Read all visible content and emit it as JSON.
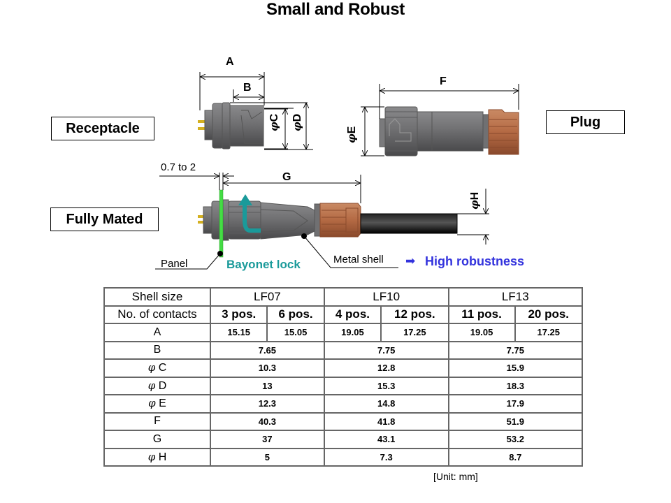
{
  "title": "Small and Robust",
  "labels": {
    "receptacle": "Receptacle",
    "plug": "Plug",
    "fully_mated": "Fully Mated"
  },
  "dimensions": {
    "A": "A",
    "B": "B",
    "C": "C",
    "D": "D",
    "E": "E",
    "F": "F",
    "G": "G",
    "H": "H",
    "phi_symbol": "φ"
  },
  "annotations": {
    "panel_thickness": "0.7 to 2",
    "panel": "Panel",
    "bayonet_lock": "Bayonet lock",
    "metal_shell": "Metal shell",
    "arrow_symbol": "➡",
    "high_robustness": "High robustness"
  },
  "colors": {
    "bayonet_teal": "#1a9a9a",
    "robust_blue": "#3333dd",
    "panel_green": "#44dd44",
    "shell_gray": "#6e6e70",
    "nut_copper": "#b8704a",
    "cable_black": "#111111"
  },
  "table": {
    "header_shell_label": "Shell size",
    "header_contacts_label": "No. of contacts",
    "shell_sizes": [
      "LF07",
      "LF10",
      "LF13"
    ],
    "contacts": [
      "3 pos.",
      "6 pos.",
      "4 pos.",
      "12 pos.",
      "11 pos.",
      "20 pos."
    ],
    "rows": [
      {
        "label": "A",
        "phi": false,
        "per_contact": [
          "15.15",
          "15.05",
          "19.05",
          "17.25",
          "19.05",
          "17.25"
        ]
      },
      {
        "label": "B",
        "phi": false,
        "per_shell": [
          "7.65",
          "7.75",
          "7.75"
        ]
      },
      {
        "label": "C",
        "phi": true,
        "per_shell": [
          "10.3",
          "12.8",
          "15.9"
        ]
      },
      {
        "label": "D",
        "phi": true,
        "per_shell": [
          "13",
          "15.3",
          "18.3"
        ]
      },
      {
        "label": "E",
        "phi": true,
        "per_shell": [
          "12.3",
          "14.8",
          "17.9"
        ]
      },
      {
        "label": "F",
        "phi": false,
        "per_shell": [
          "40.3",
          "41.8",
          "51.9"
        ]
      },
      {
        "label": "G",
        "phi": false,
        "per_shell": [
          "37",
          "43.1",
          "53.2"
        ]
      },
      {
        "label": "H",
        "phi": true,
        "per_shell": [
          "5",
          "7.3",
          "8.7"
        ]
      }
    ],
    "unit_note": "[Unit:  mm]"
  }
}
